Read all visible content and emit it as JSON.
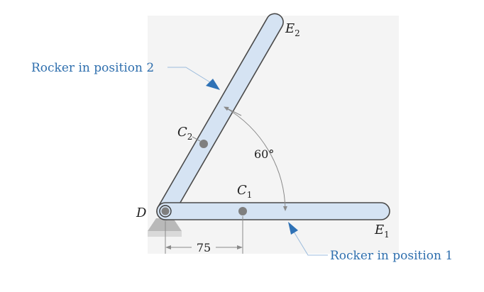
{
  "callouts": {
    "position2": "Rocker in position 2",
    "position1": "Rocker in position 1"
  },
  "points": {
    "D": "D",
    "E2": {
      "letter": "E",
      "sub": "2"
    },
    "E1": {
      "letter": "E",
      "sub": "1"
    },
    "C2": {
      "letter": "C",
      "sub": "2"
    },
    "C1": {
      "letter": "C",
      "sub": "1"
    }
  },
  "angle_label": "60°",
  "dimension_label": "75",
  "colors": {
    "background_panel": "#f4f4f4",
    "link_fill": "#d5e3f3",
    "link_stroke": "#4a4a4a",
    "pin": "#7f7f7f",
    "callout_text": "#2f6fae",
    "callout_arrow": "#2f72b6",
    "ground": "#b9b9b9"
  }
}
